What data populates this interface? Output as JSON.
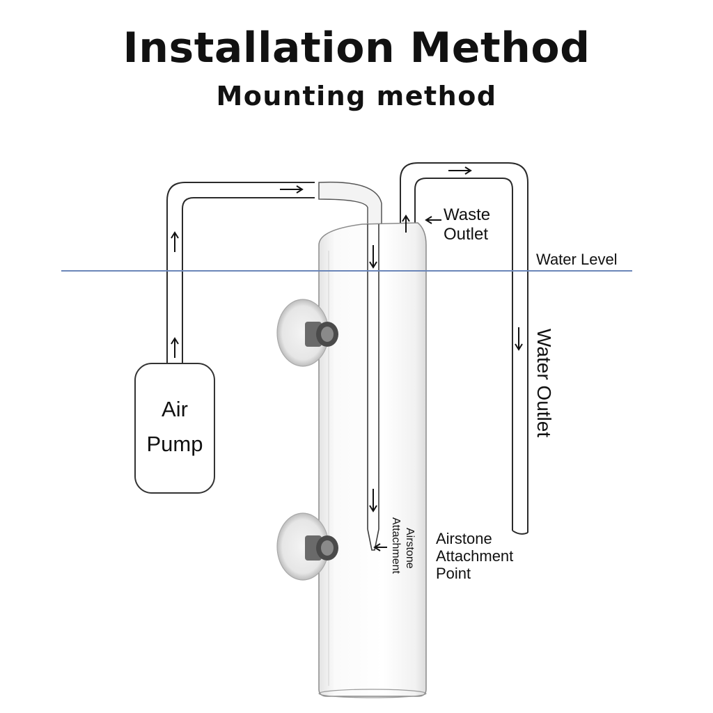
{
  "header": {
    "title": "Installation Method",
    "subtitle": "Mounting method"
  },
  "labels": {
    "air_pump_line1": "Air",
    "air_pump_line2": "Pump",
    "waste_outlet_line1": "Waste",
    "waste_outlet_line2": "Outlet",
    "water_level": "Water Level",
    "water_outlet": "Water Outlet",
    "airstone_attachment_vertical_line1": "Airstone",
    "airstone_attachment_vertical_line2": "Attachment",
    "airstone_point_line1": "Airstone",
    "airstone_point_line2": "Attachment",
    "airstone_point_line3": "Point"
  },
  "colors": {
    "water_level_line": "#6a85b8",
    "outline": "#2a2a2a",
    "text": "#111111"
  },
  "icons": [
    "arrow-up-icon",
    "arrow-right-icon",
    "arrow-down-icon",
    "arrow-left-icon",
    "suction-cup-icon"
  ]
}
